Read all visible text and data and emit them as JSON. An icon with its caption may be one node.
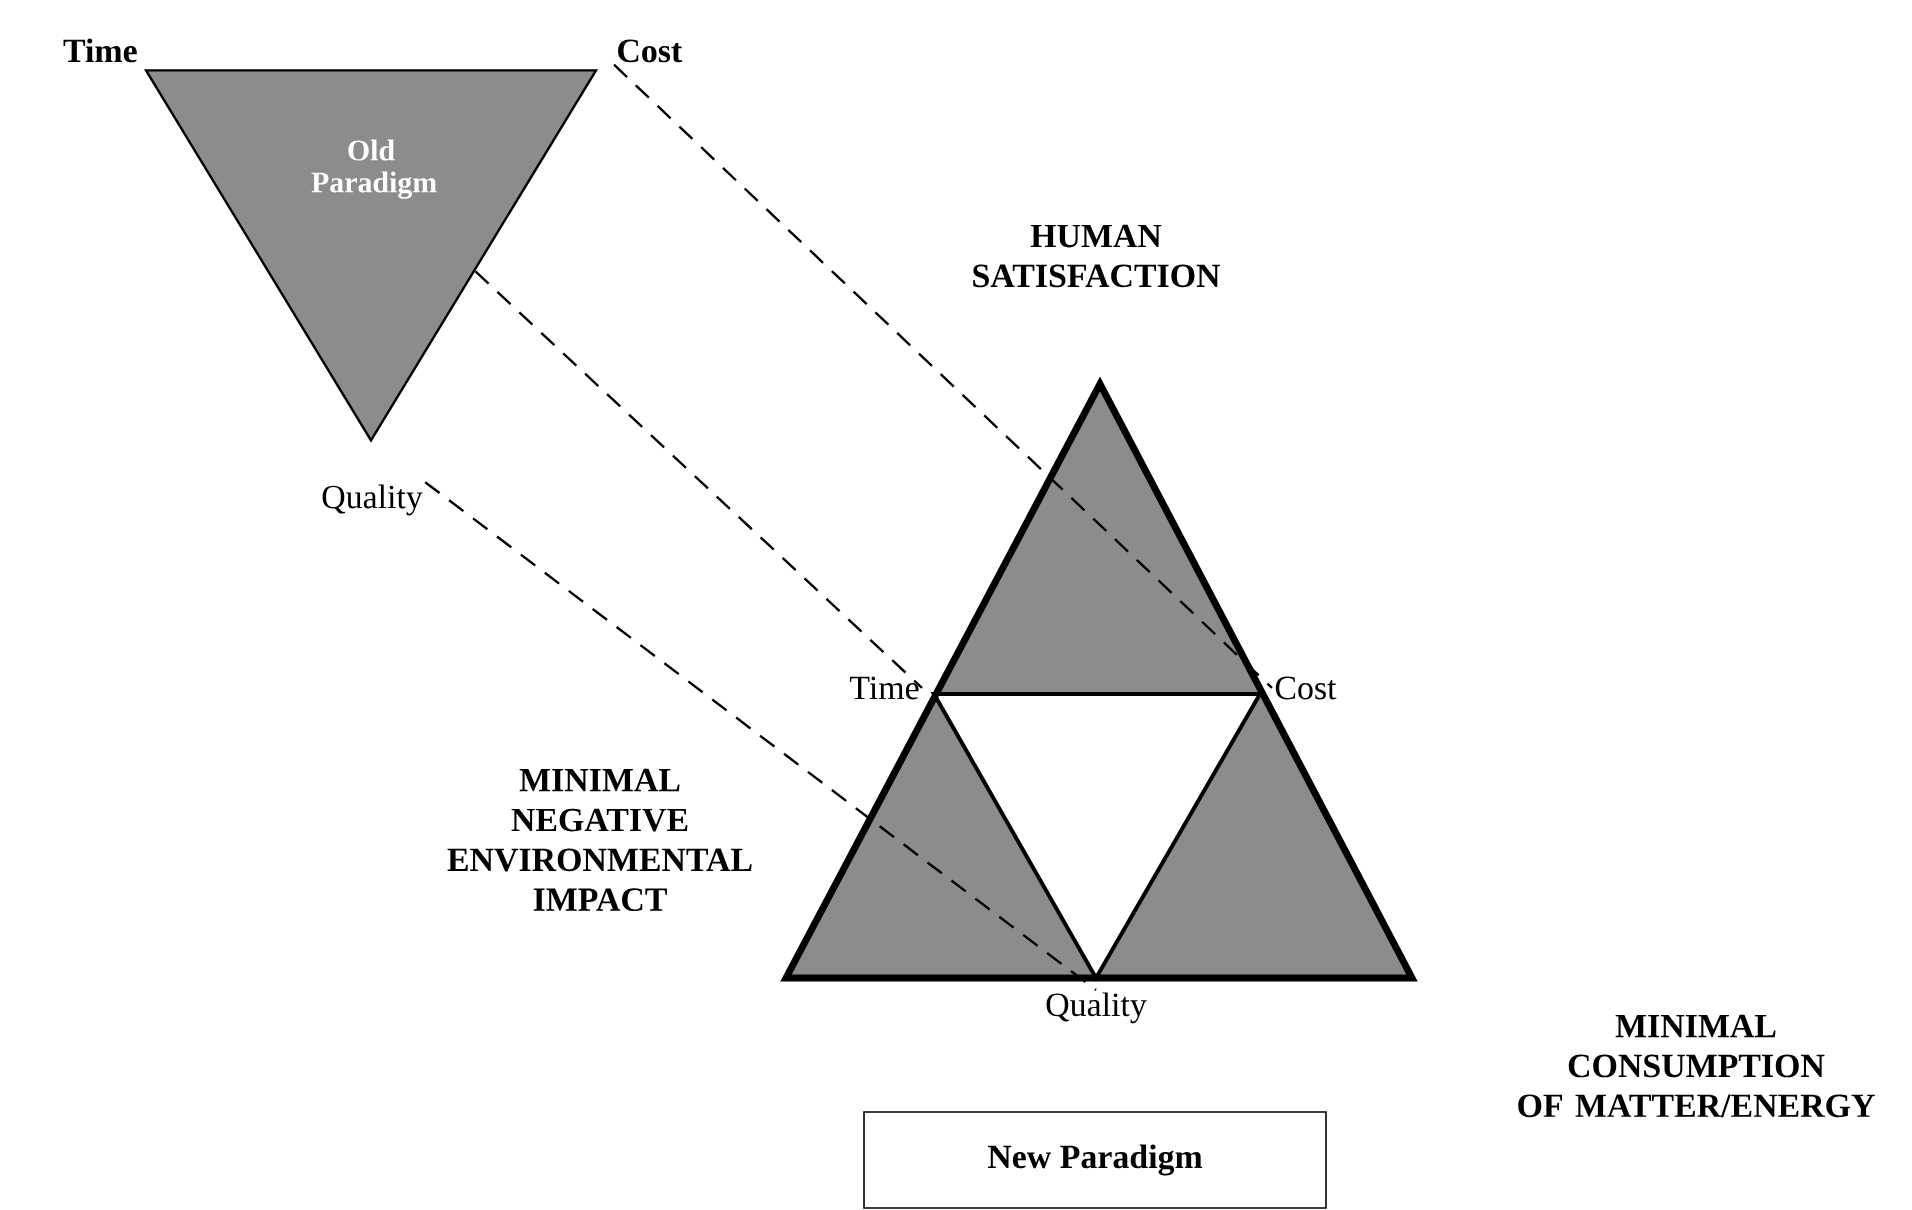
{
  "diagram": {
    "nodes": [
      {
        "text": [
          "Old Paradigm"
        ]
      },
      {
        "text": [
          "Cost"
        ]
      },
      {
        "text": [
          "Quality"
        ]
      },
      {
        "text": [
          "HUMAN SATISFACTION"
        ]
      },
      {
        "text": [
          "MINIMAL NEGATIVE ENVIRONMENTAL IMPACT"
        ]
      },
      {
        "text": [
          "MINIMAL CONSUMPTION OF MATTER/ENERGY"
        ]
      },
      {
        "text": [
          "Time"
        ]
      },
      {
        "text": [
          "Cost"
        ]
      },
      {
        "text": [
          "Quality"
        ]
      },
      {
        "text": [
          "New Paradigm"
        ]
      }
    ],
    "edges": [
      {
        "from": 1,
        "to": 7,
        "arrow": "none",
        "style": "dashed"
      },
      {
        "from": 0,
        "to": 6,
        "arrow": "none",
        "style": "dashed"
      },
      {
        "from": 2,
        "to": 8,
        "arrow": "none",
        "style": "dashed"
      }
    ],
    "labels": [
      "Time"
    ]
  }
}
